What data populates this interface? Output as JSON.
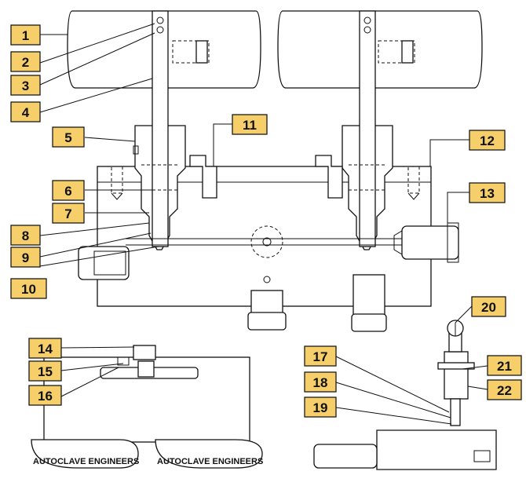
{
  "callouts": [
    "1",
    "2",
    "3",
    "4",
    "5",
    "6",
    "7",
    "8",
    "9",
    "10",
    "11",
    "12",
    "13",
    "14",
    "15",
    "16",
    "17",
    "18",
    "19",
    "20",
    "21",
    "22"
  ],
  "brand": {
    "left": "AUTOCLAVE ENGINEERS",
    "right": "AUTOCLAVE ENGINEERS"
  },
  "colors": {
    "callout_fill": "#f6cf6a",
    "line": "#111111",
    "background": "#ffffff"
  }
}
